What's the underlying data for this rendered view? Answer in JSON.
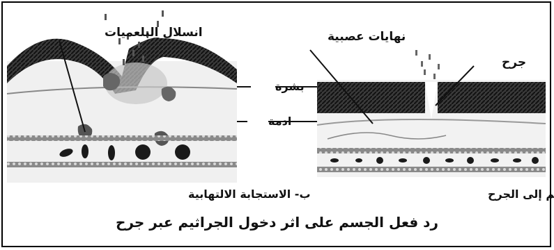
{
  "labels": {
    "macrophage_migration": "انسلال البلعميات",
    "nerve_endings": "نهايات عصبية",
    "wound": "جرح",
    "epidermis": "بشرة",
    "dermis": "ادمة",
    "panel_b": "ب- الاستجابة الالتهابية",
    "panel_a": "أ- دخول الجراثيم إلى الجرح"
  },
  "caption": "رد فعل الجسم على اثر دخول الجراثيم عبر جرح",
  "colors": {
    "skin_dark": "#2a2a2a",
    "dermis_light": "#e6e6e6",
    "blood_vessel": "#6b6b6b",
    "border": "#000000"
  }
}
